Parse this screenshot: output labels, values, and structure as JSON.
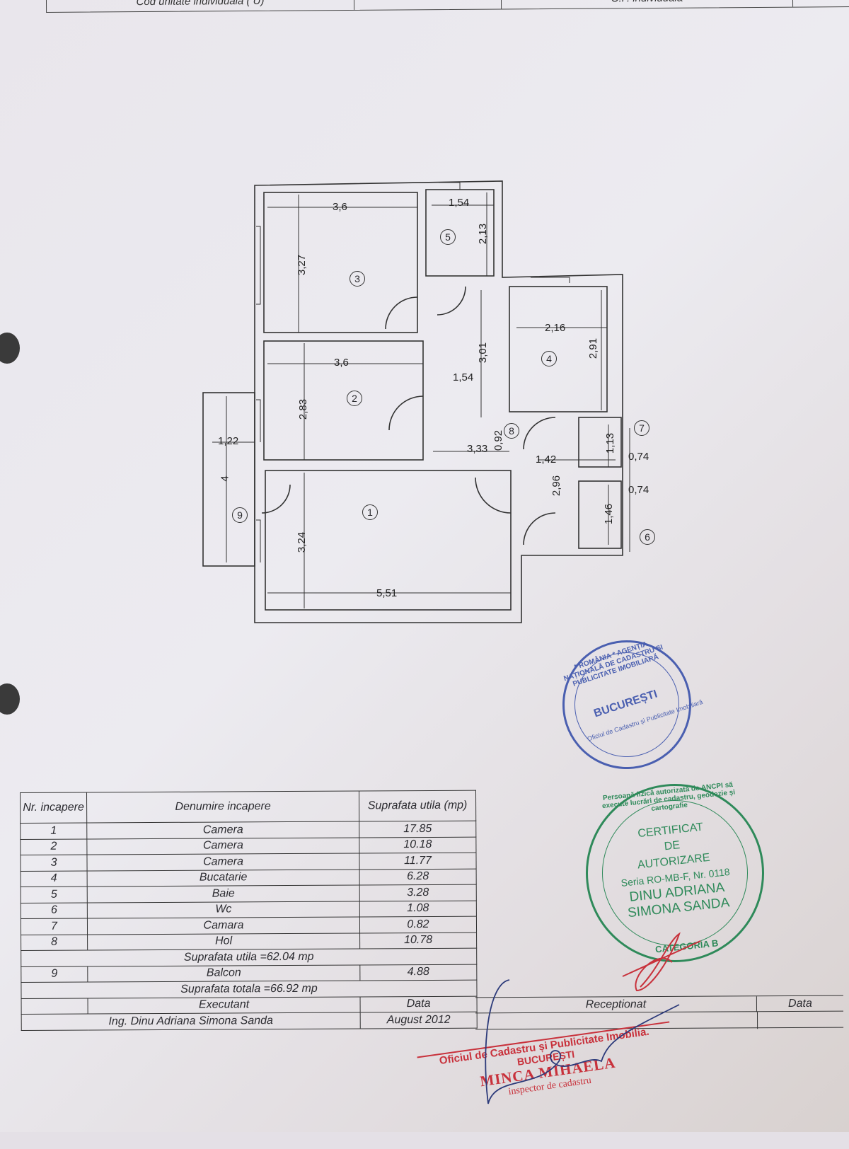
{
  "header": {
    "cells": [
      "Cod unitate individuala ( U)",
      "",
      "C.F. individuala",
      ""
    ]
  },
  "plan": {
    "rooms": [
      {
        "nr": "1",
        "dims": [
          "5,51",
          "3,24"
        ]
      },
      {
        "nr": "2",
        "dims": [
          "3,6",
          "2,83"
        ]
      },
      {
        "nr": "3",
        "dims": [
          "3,6",
          "3,27"
        ]
      },
      {
        "nr": "4",
        "dims": [
          "2,16",
          "2,91"
        ]
      },
      {
        "nr": "5",
        "dims": [
          "1,54",
          "2,13"
        ]
      },
      {
        "nr": "6",
        "dims": [
          "0,74",
          "1,46"
        ]
      },
      {
        "nr": "7",
        "dims": [
          "0,74",
          "1,13"
        ]
      },
      {
        "nr": "8",
        "dims": [
          "1,54",
          "3,01",
          "3,33",
          "0,92",
          "1,42",
          "2,96"
        ]
      },
      {
        "nr": "9",
        "dims": [
          "1,22",
          "4"
        ]
      }
    ]
  },
  "table": {
    "headers": [
      "Nr. incapere",
      "Denumire incapere",
      "Suprafata utila (mp)"
    ],
    "rows": [
      [
        "1",
        "Camera",
        "17.85"
      ],
      [
        "2",
        "Camera",
        "10.18"
      ],
      [
        "3",
        "Camera",
        "11.77"
      ],
      [
        "4",
        "Bucatarie",
        "6.28"
      ],
      [
        "5",
        "Baie",
        "3.28"
      ],
      [
        "6",
        "Wc",
        "1.08"
      ],
      [
        "7",
        "Camara",
        "0.82"
      ],
      [
        "8",
        "Hol",
        "10.78"
      ]
    ],
    "suprafata_utila": "Suprafata utila  =62.04 mp",
    "balcon": [
      "9",
      "Balcon",
      "4.88"
    ],
    "suprafata_totala": "Suprafata totala  =66.92 mp",
    "executant_label": "Executant",
    "data_label": "Data",
    "receptionat_label": "Receptionat",
    "data2_label": "Data",
    "executant_name": "Ing. Dinu Adriana Simona Sanda",
    "executant_date": "August  2012"
  },
  "stamps": {
    "blue": {
      "ring": "* ROMÂNIA * AGENȚIA NAȚIONALĂ DE CADASTRU ȘI PUBLICITATE IMOBILIARĂ",
      "inner": "Oficiul de Cadastru și Publicitate Imobiliară",
      "city": "BUCUREȘTI"
    },
    "green": {
      "ring": "Persoană fizică autorizată de ANCPI să execute lucrări de cadastru, geodezie și cartografie",
      "lines": [
        "CERTIFICAT",
        "DE",
        "AUTORIZARE",
        "Seria RO-MB-F, Nr. 0118",
        "DINU ADRIANA",
        "SIMONA SANDA"
      ],
      "category": "CATEGORIA B"
    },
    "red": {
      "lines": [
        "Oficiul de Cadastru și Publicitate Imobilia.",
        "BUCUREȘTI",
        "MINCA MIHAELA",
        "inspector de cadastru"
      ]
    }
  }
}
